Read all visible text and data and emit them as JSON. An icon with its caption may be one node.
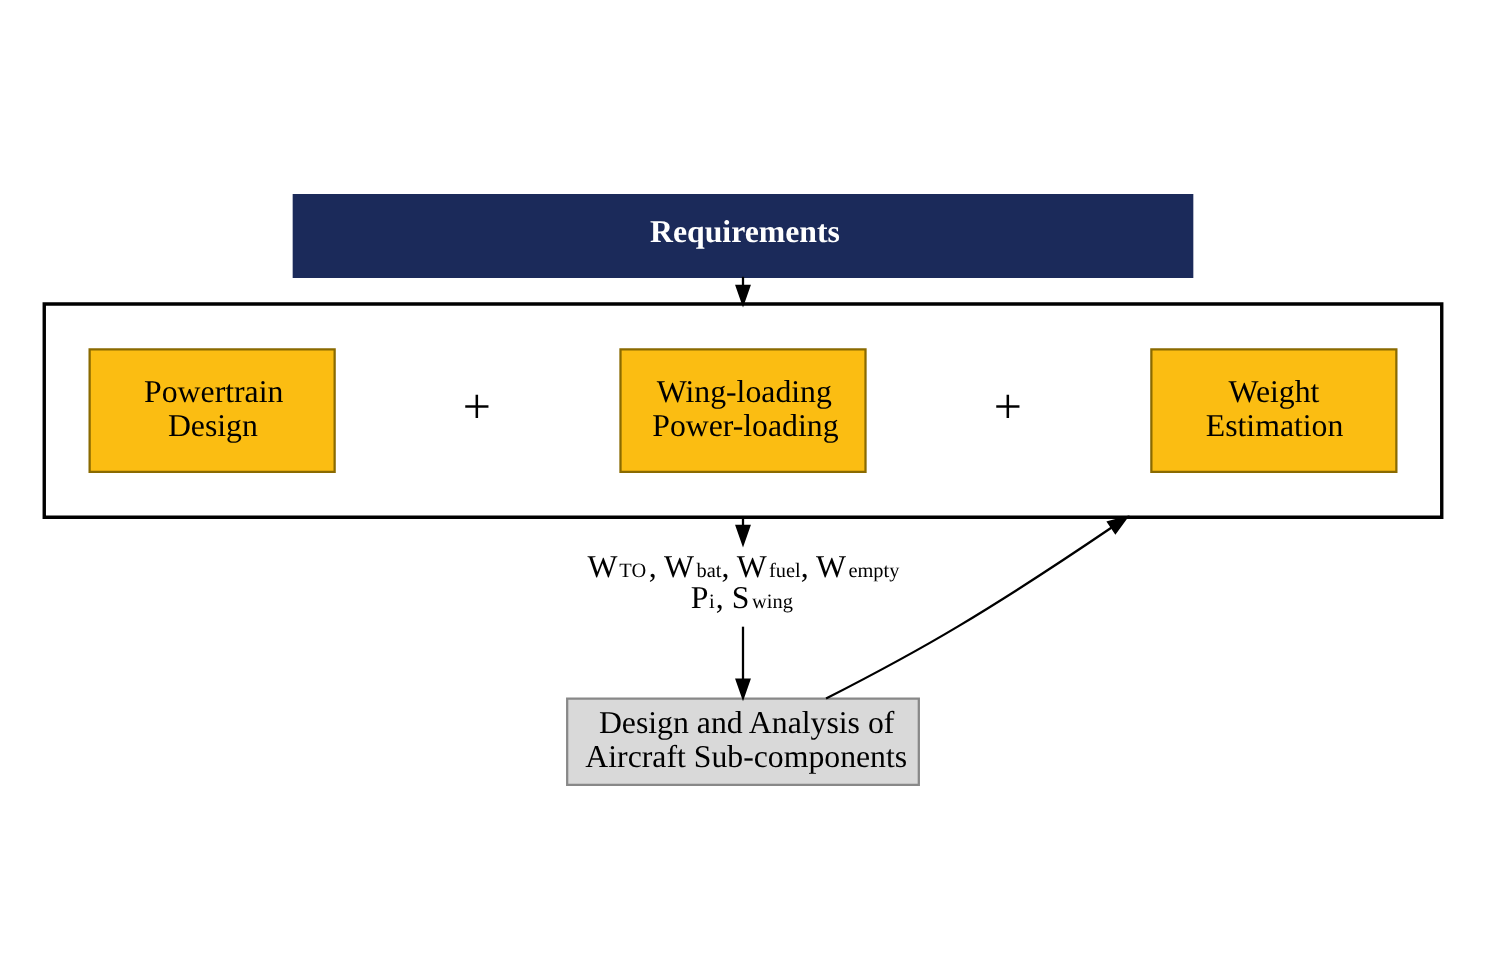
{
  "diagram": {
    "nodes": [
      {
        "text": [
          "Requirements"
        ]
      },
      {
        "text": [],
        "shape": "box"
      },
      {
        "text": [
          "Powertrain Design"
        ],
        "in": 1
      },
      {
        "text": [
          "Wing-loading Power-loading"
        ],
        "in": 1
      },
      {
        "text": [
          "Weight Estimation"
        ],
        "in": 1
      },
      {
        "text": [
          "W$_{TO}$, W$_{bat}$, W$_{fuel}$, W$_{empty}$",
          "P$_{i}$, S$_{wing}$"
        ]
      },
      {
        "text": [
          "Design and Analysis of Aircraft Sub-components"
        ]
      }
    ],
    "edges": [
      {
        "from": 0,
        "to": 1,
        "arrow": "to"
      },
      {
        "from": 1,
        "to": 5,
        "arrow": "to"
      },
      {
        "from": 5,
        "to": 6,
        "arrow": "to"
      },
      {
        "from": 6,
        "to": 1,
        "arrow": "to"
      }
    ],
    "labels": [
      "+",
      "+"
    ]
  }
}
